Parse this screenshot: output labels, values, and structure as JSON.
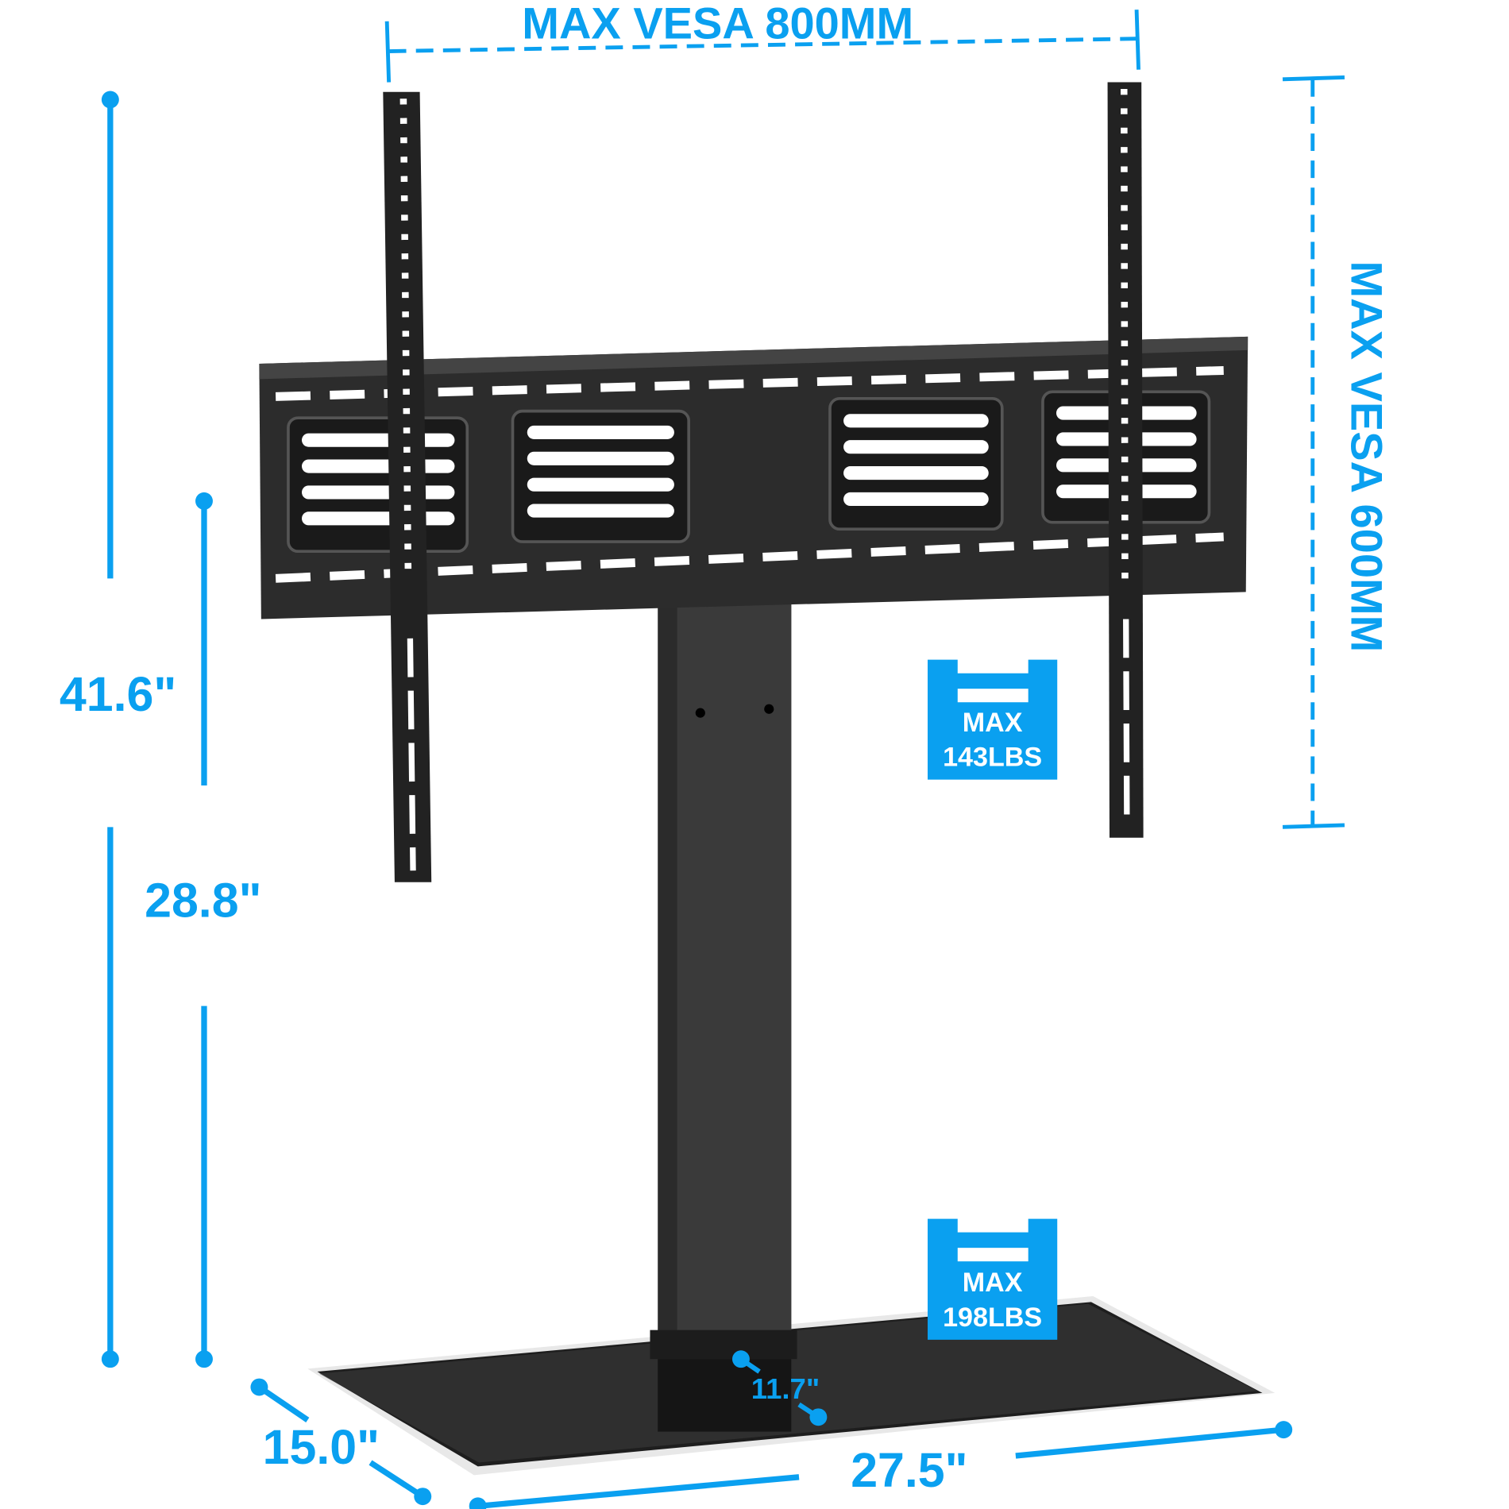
{
  "accent_color": "#0aa0f0",
  "product_color": "#2a2a2a",
  "dimensions": {
    "vesa_width": "MAX  VESA 800MM",
    "vesa_height": "MAX  VESA  600MM",
    "max_height": "41.6\"",
    "min_height": "28.8\"",
    "base_depth": "15.0\"",
    "base_width": "27.5\"",
    "column_offset": "11.7\""
  },
  "badges": {
    "tv_load": {
      "line1": "MAX",
      "line2": "143LBS"
    },
    "base_load": {
      "line1": "MAX",
      "line2": "198LBS"
    }
  }
}
